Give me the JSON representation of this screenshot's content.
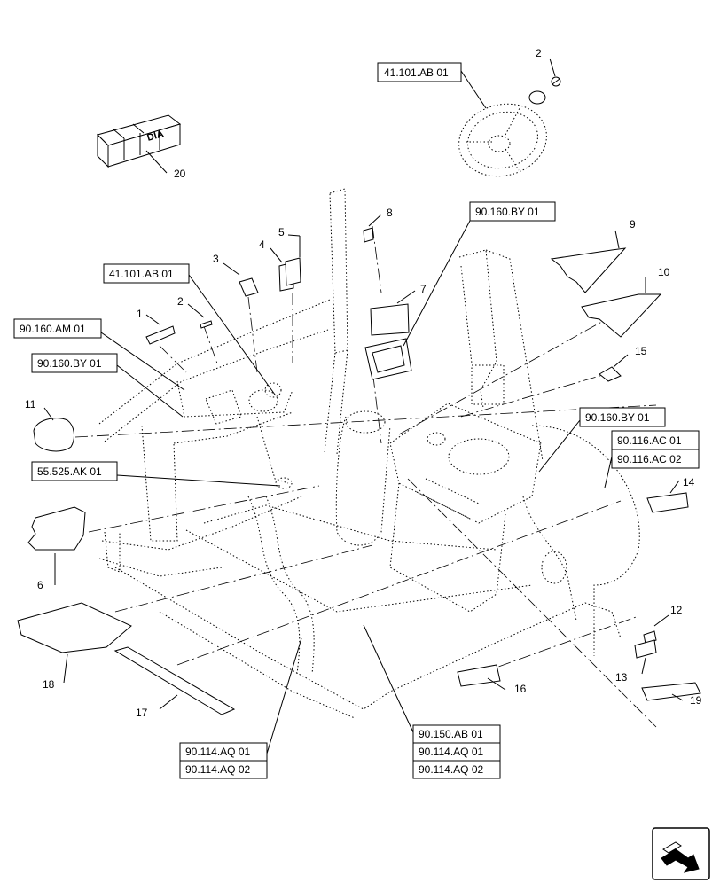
{
  "refs": {
    "r41101_top": "41.101.AB 01",
    "r90160by_right": "90.160.BY 01",
    "r41101_mid": "41.101.AB 01",
    "r90160am": "90.160.AM 01",
    "r90160by_left": "90.160.BY 01",
    "r90160by_console": "90.160.BY 01",
    "r90116ac01": "90.116.AC 01",
    "r90116ac02": "90.116.AC 02",
    "r55525ak": "55.525.AK 01",
    "r90114aq01_left": "90.114.AQ 01",
    "r90114aq02_left": "90.114.AQ 02",
    "r90150ab": "90.150.AB 01",
    "r90114aq01_right": "90.114.AQ 01",
    "r90114aq02_right": "90.114.AQ 02"
  },
  "callouts": {
    "n1": "1",
    "n2_left": "2",
    "n2_top": "2",
    "n3": "3",
    "n4": "4",
    "n5": "5",
    "n6": "6",
    "n7": "7",
    "n8": "8",
    "n9": "9",
    "n10": "10",
    "n11": "11",
    "n12": "12",
    "n13": "13",
    "n14": "14",
    "n15": "15",
    "n16": "16",
    "n17": "17",
    "n18": "18",
    "n19": "19",
    "n20": "20"
  },
  "crate_label": "DIA",
  "icons": {
    "nav": "next-page-arrow-icon"
  }
}
